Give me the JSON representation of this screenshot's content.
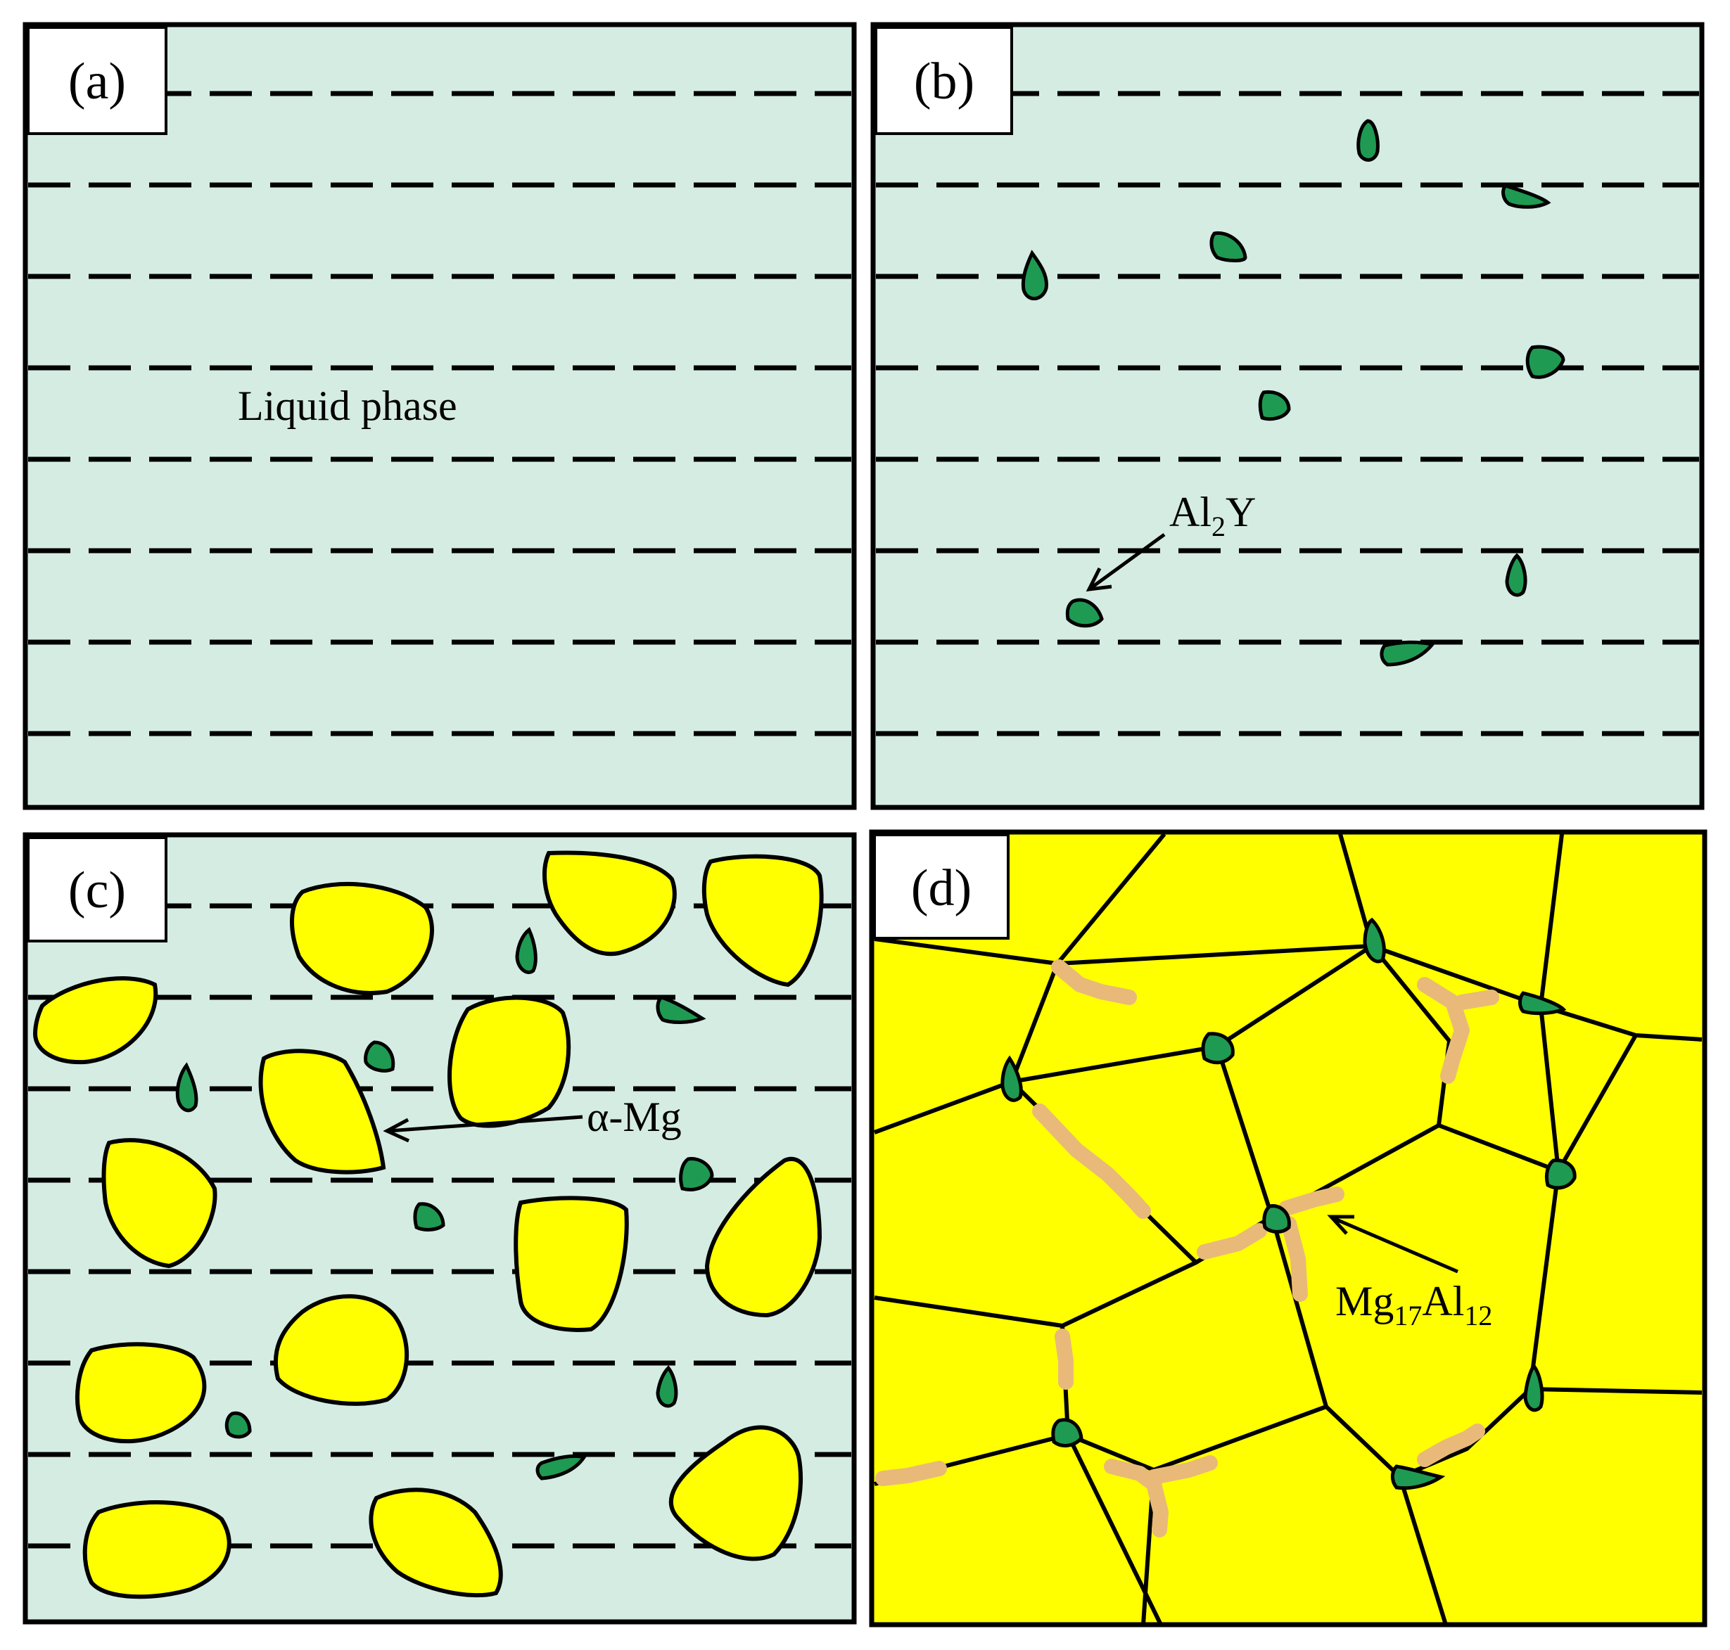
{
  "colors": {
    "liquid": "#d5ece3",
    "alpha_mg": "#ffff00",
    "al2y": "#1f9a52",
    "mg17al12": "#e9b97a",
    "outline": "#000000",
    "label_bg": "#ffffff"
  },
  "panels": {
    "a": {
      "label": "(a)",
      "annotation": "Liquid phase"
    },
    "b": {
      "label": "(b)",
      "annotation": {
        "main": "Al",
        "sub1": "2",
        "main2": "Y"
      }
    },
    "c": {
      "label": "(c)",
      "annotation": "α-Mg"
    },
    "d": {
      "label": "(d)",
      "annotation": {
        "main": "Mg",
        "sub1": "17",
        "main2": "Al",
        "sub2": "12"
      }
    }
  }
}
